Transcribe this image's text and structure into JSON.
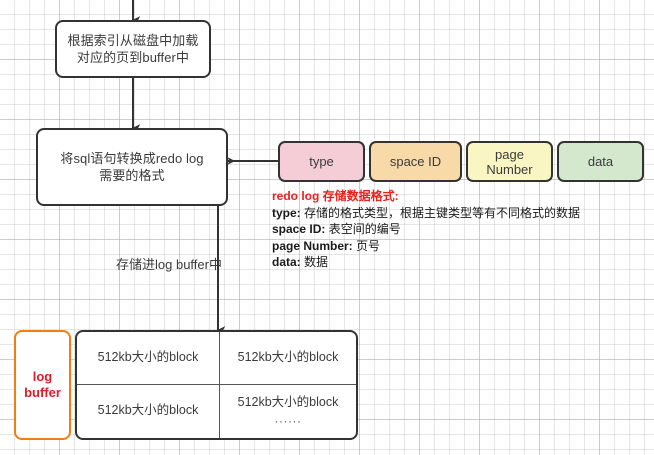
{
  "diagram": {
    "flow": {
      "load_page_box": "根据索引从磁盘中加载\n对应的页到buffer中",
      "load_page_line1": "根据索引从磁盘中加载",
      "load_page_line2": "对应的页到buffer中",
      "convert_box_line1": "将sql语句转换成redo log",
      "convert_box_line2": "需要的格式",
      "edge_label": "存储进log buffer中"
    },
    "record_format": {
      "cells": [
        {
          "label": "type",
          "color": "#f4cdd6"
        },
        {
          "label": "space ID",
          "color": "#f8d9a8"
        },
        {
          "label": "page",
          "label2": "Number",
          "color": "#faf6c3"
        },
        {
          "label": "data",
          "color": "#d3e8cd"
        }
      ]
    },
    "legend": {
      "title_red": "redo log",
      "title_rest": " 存储数据格式:",
      "entries": [
        {
          "key": "type:",
          "value": " 存储的格式类型，根据主键类型等有不同格式的数据"
        },
        {
          "key": "space ID:",
          "value": " 表空间的编号"
        },
        {
          "key": "page Number:",
          "value": " 页号"
        },
        {
          "key": "data:",
          "value": " 数据"
        }
      ]
    },
    "log_buffer": {
      "label_line1": "log",
      "label_line2": "buffer",
      "border_color": "#ee8013",
      "text_color": "#d4202a",
      "blocks": [
        {
          "text": "512kb大小的block",
          "dots": ""
        },
        {
          "text": "512kb大小的block",
          "dots": ""
        },
        {
          "text": "512kb大小的block",
          "dots": ""
        },
        {
          "text": "512kb大小的block",
          "dots": "······"
        }
      ]
    }
  }
}
